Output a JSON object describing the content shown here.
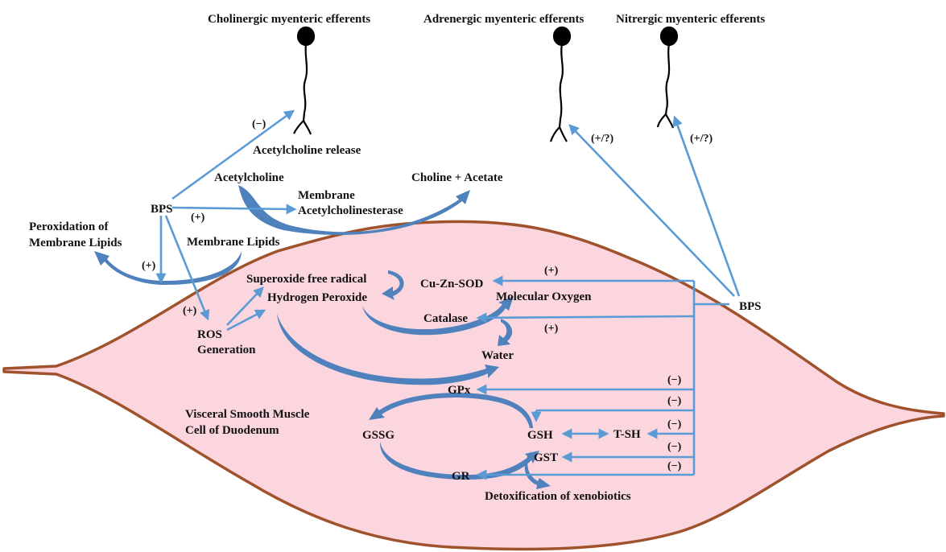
{
  "colors": {
    "cell_fill": "#fcd6df",
    "cell_outline": "#a0522d",
    "arrow_line": "#5b9bd5",
    "curved_arrow": "#4f81bd",
    "neuron": "#000000"
  },
  "neurons": {
    "cholinergic": "Cholinergic myenteric efferents",
    "adrenergic": "Adrenergic myenteric efferents",
    "nitrergic": "Nitrergic myenteric efferents"
  },
  "labels": {
    "ach_release": "Acetylcholine release",
    "acetylcholine": "Acetylcholine",
    "choline_acetate": "Choline + Acetate",
    "membrane": "Membrane",
    "ache": "Acetylcholinesterase",
    "bps_left": "BPS",
    "bps_right": "BPS",
    "peroxidation_1": "Peroxidation of",
    "peroxidation_2": "Membrane Lipids",
    "membrane_lipids": "Membrane Lipids",
    "superoxide": "Superoxide free radical",
    "hydrogen_peroxide": "Hydrogen Peroxide",
    "cu_zn_sod": "Cu-Zn-SOD",
    "molecular_oxygen": "Molecular Oxygen",
    "catalase": "Catalase",
    "water": "Water",
    "ros_1": "ROS",
    "ros_2": "Generation",
    "gpx": "GPx",
    "cell_1": "Visceral Smooth Muscle",
    "cell_2": "Cell of Duodenum",
    "gssg": "GSSG",
    "gsh": "GSH",
    "tsh": "T-SH",
    "gst": "GST",
    "gr": "GR",
    "detox": "Detoxification of xenobiotics"
  },
  "signs": {
    "ach_release": "(−)",
    "ache": "(+)",
    "peroxidation": "(+)",
    "ros": "(+)",
    "adrenergic": "(+/?)",
    "nitrergic": "(+/?)",
    "sod": "(+)",
    "catalase": "(+)",
    "gpx": "(−)",
    "gsh": "(−)",
    "tsh": "(−)",
    "gst": "(−)",
    "gr": "(−)"
  }
}
